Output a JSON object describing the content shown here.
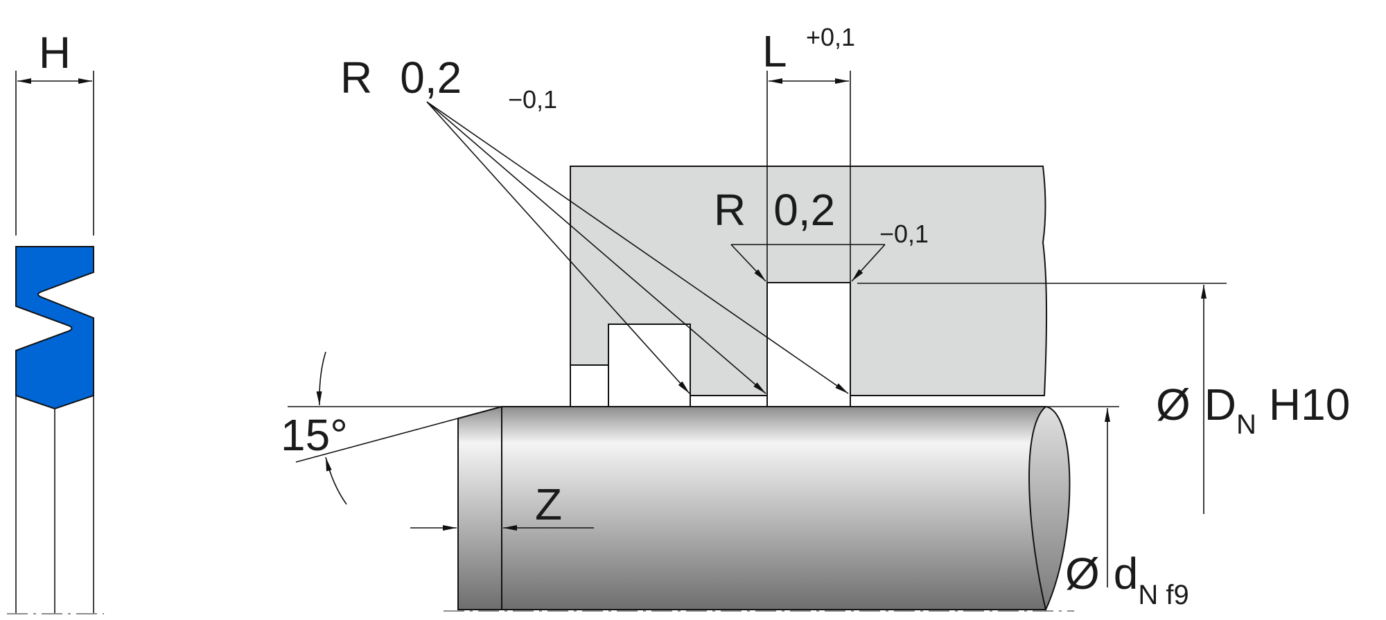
{
  "seal_profile": {
    "width_label": "H",
    "seal_color": "#0066d6"
  },
  "housing": {
    "fill_color": "#d9dbdb",
    "groove_width_label": "L",
    "groove_width_tolerance": "+0,1",
    "groove_radius_label": "R",
    "groove_radius_value": "0,2",
    "groove_radius_tolerance": "−0,1"
  },
  "edge_radius": {
    "label": "R",
    "value": "0,2",
    "tolerance": "−0,1"
  },
  "bore_diameter": {
    "symbol": "Ø",
    "label": "D",
    "subscript": "N",
    "tolerance_class": "H10"
  },
  "rod_diameter": {
    "symbol": "Ø",
    "label": "d",
    "subscript": "N f9"
  },
  "chamfer": {
    "angle_label": "15°",
    "length_label": "Z"
  }
}
